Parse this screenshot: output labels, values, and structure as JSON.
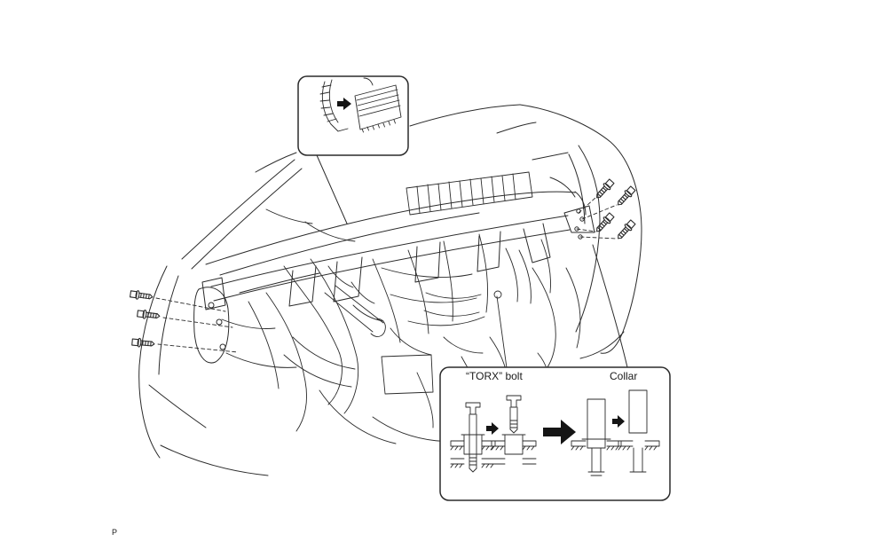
{
  "page": {
    "background": "#ffffff",
    "ink_color": "#2b2b2b",
    "footer": {
      "marker": "P"
    }
  },
  "diagram": {
    "kind": "vehicle instrument panel reinforcement line drawing",
    "callouts": {
      "harness_detail": {
        "has_text": false
      },
      "bolt_procedure": {
        "torx_bolt_label": "“TORX” bolt",
        "collar_label": "Collar"
      }
    },
    "fasteners": {
      "left_bolt_count": 3,
      "right_bolt_count": 4
    }
  },
  "icons": {
    "small_step_arrow": "right-arrow",
    "big_step_arrow": "right-arrow-bold",
    "detail_arrow": "right-arrow"
  }
}
